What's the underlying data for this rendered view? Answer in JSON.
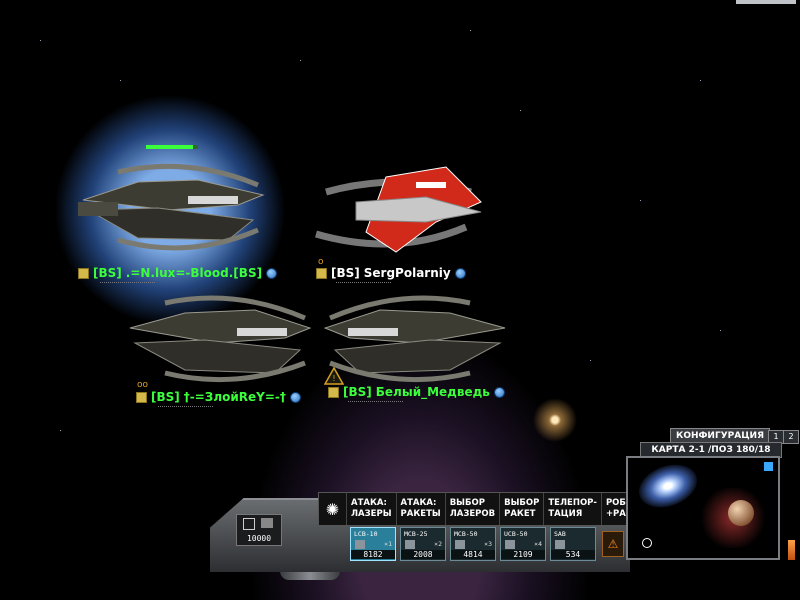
{
  "players": [
    {
      "clan": "[BS]",
      "name": ".=N.lux=-Blood.[BS]",
      "color": "#3cff3c",
      "health": 0.9
    },
    {
      "clan": "[BS]",
      "name": "SergPolarniy",
      "color": "#ffffff"
    },
    {
      "clan": "[BS]",
      "name": "†-=ЗлойReY=-†",
      "color": "#3cff3c"
    },
    {
      "clan": "[BS]",
      "name": "Белый_Медведь",
      "color": "#3cff3c"
    }
  ],
  "hud": {
    "credits": "10000",
    "menu": [
      {
        "line1": "АТАКА:",
        "line2": "ЛАЗЕРЫ"
      },
      {
        "line1": "АТАКА:",
        "line2": "РАКЕТЫ"
      },
      {
        "line1": "ВЫБОР",
        "line2": "ЛАЗЕРОВ"
      },
      {
        "line1": "ВЫБОР",
        "line2": "РАКЕТ"
      },
      {
        "line1": "ТЕЛЕПОР-",
        "line2": "ТАЦИЯ"
      },
      {
        "line1": "РОБОТ",
        "line2": "+РАЗНОЕ"
      }
    ],
    "slots": [
      {
        "label": "LCB-10",
        "mult": "×1",
        "count": "8182",
        "active": true
      },
      {
        "label": "MCB-25",
        "mult": "×2",
        "count": "2008",
        "active": false
      },
      {
        "label": "MCB-50",
        "mult": "×3",
        "count": "4814",
        "active": false
      },
      {
        "label": "UCB-50",
        "mult": "×4",
        "count": "2109",
        "active": false
      },
      {
        "label": "SAB",
        "mult": "",
        "count": "534",
        "active": false
      }
    ]
  },
  "minimap": {
    "title": "КОНФИГУРАЦИЯ",
    "tab1": "1",
    "tab2": "2",
    "coords": "КАРТА 2-1 /ПОЗ 180/18"
  },
  "icons": {
    "menu": "sparkle-icon",
    "alert": "warning-icon",
    "credits": "credits-icon"
  }
}
